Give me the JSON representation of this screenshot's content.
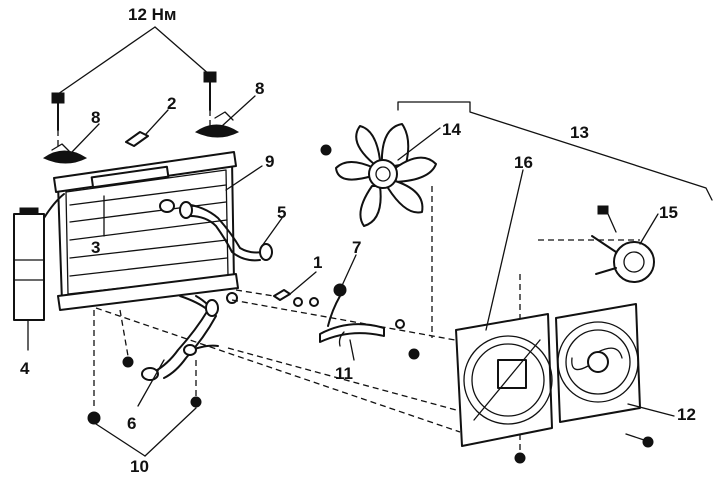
{
  "diagram": {
    "torque_spec": "12 Нм",
    "callouts": [
      {
        "id": "1",
        "text": "1"
      },
      {
        "id": "2",
        "text": "2"
      },
      {
        "id": "3",
        "text": "3"
      },
      {
        "id": "4",
        "text": "4"
      },
      {
        "id": "5",
        "text": "5"
      },
      {
        "id": "6",
        "text": "6"
      },
      {
        "id": "7",
        "text": "7"
      },
      {
        "id": "8a",
        "text": "8"
      },
      {
        "id": "8b",
        "text": "8"
      },
      {
        "id": "9",
        "text": "9"
      },
      {
        "id": "10",
        "text": "10"
      },
      {
        "id": "11",
        "text": "11"
      },
      {
        "id": "12",
        "text": "12"
      },
      {
        "id": "13",
        "text": "13"
      },
      {
        "id": "14",
        "text": "14"
      },
      {
        "id": "15",
        "text": "15"
      },
      {
        "id": "16",
        "text": "16"
      }
    ]
  }
}
